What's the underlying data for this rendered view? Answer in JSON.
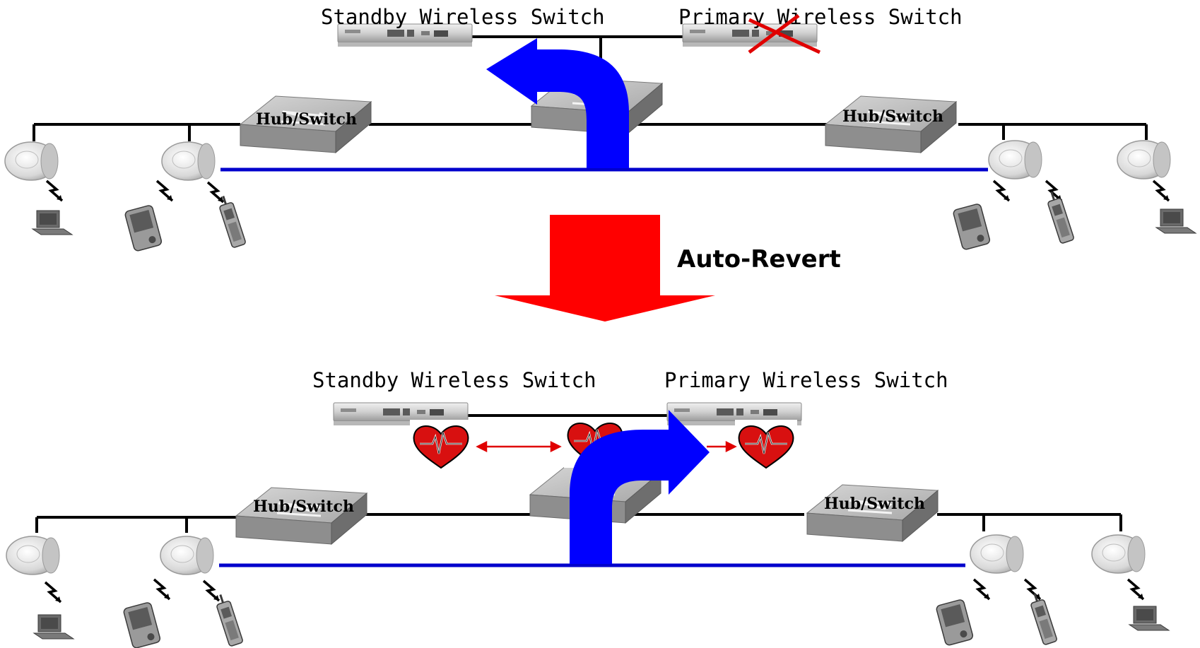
{
  "top": {
    "standby_label": "Standby Wireless Switch",
    "primary_label": "Primary Wireless Switch",
    "hub_left_label": "Hub/Switch",
    "hub_right_label": "Hub/Switch"
  },
  "transition": {
    "caption": "Auto-Revert"
  },
  "bottom": {
    "standby_label": "Standby Wireless Switch",
    "primary_label": "Primary Wireless Switch",
    "hub_left_label": "Hub/Switch",
    "hub_right_label": "Hub/Switch"
  },
  "colors": {
    "failover_arrow": "#0000ff",
    "transition_arrow": "#ff0000",
    "heartbeat_link": "#e00000",
    "failure_mark": "#e00000",
    "backbone": "#0000cc",
    "heart": "#d81010"
  },
  "icons": [
    "wireless-switch-icon",
    "hub-switch-icon",
    "access-point-icon",
    "laptop-icon",
    "pda-icon",
    "cellphone-icon",
    "heartbeat-heart-icon",
    "failure-x-icon",
    "lightning-icon"
  ]
}
